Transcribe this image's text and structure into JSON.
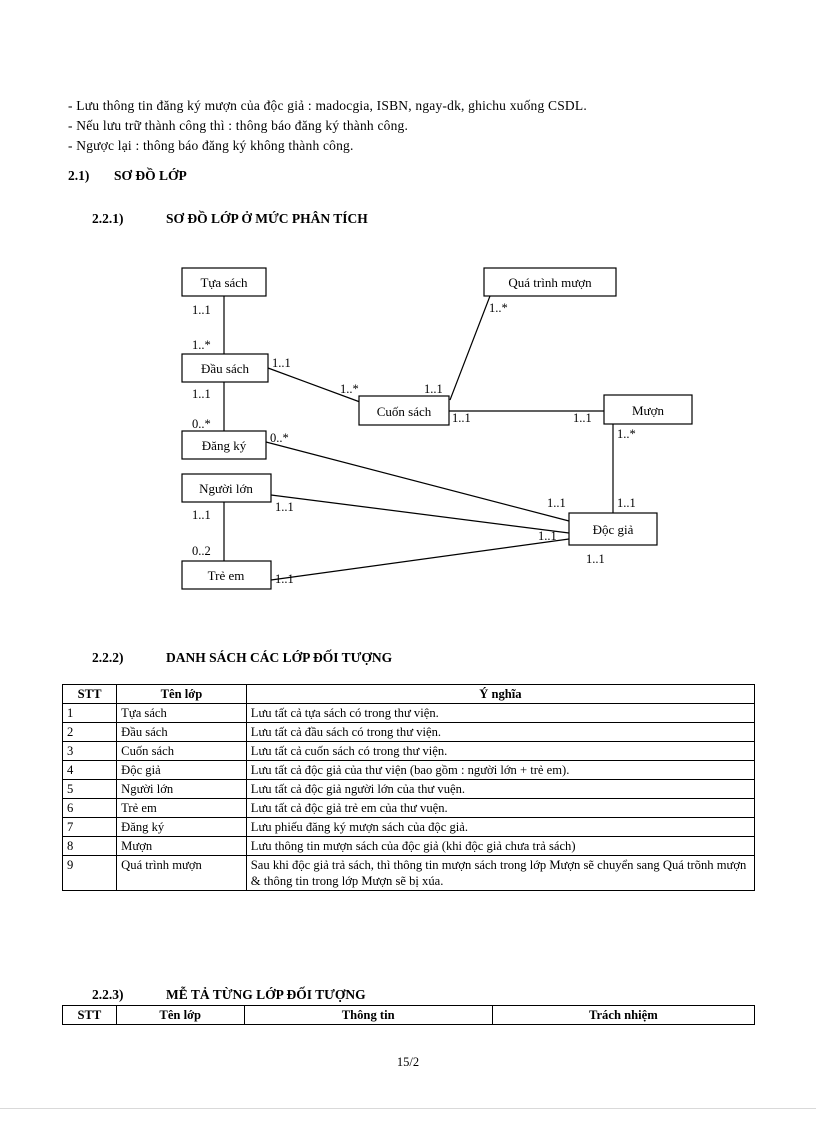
{
  "intro_lines": [
    "- Lưu thông tin đăng ký mượn của độc giả : madocgia,  ISBN, ngay-dk, ghichu  xuống  CSDL.",
    "- Nếu lưu trữ thành công thì : thông báo đăng ký thành công.",
    "- Ngược lại : thông báo đăng ký không thành công."
  ],
  "headings": {
    "sec_21": {
      "number": "2.1)",
      "title": "SƠ ĐỒ LỚP"
    },
    "sec_221": {
      "number": "2.2.1)",
      "title": "SƠ ĐỒ LỚP Ở MỨC PHÂN TÍCH"
    },
    "sec_222": {
      "number": "2.2.2)",
      "title": "DANH SÁCH CÁC LỚP ĐỐI TƯỢNG"
    },
    "sec_223": {
      "number": "2.2.3)",
      "title": "MỄ TẢ TỪNG LỚP ĐỐI TƯỢNG"
    }
  },
  "class_diagram": {
    "boxes": {
      "tua_sach": "Tựa sách",
      "dau_sach": "Đầu sách",
      "cuon_sach": "Cuốn sách",
      "quatrinh_muon": "Quá trình  mượn",
      "muon": "Mượn",
      "dang_ky": "Đăng ký",
      "nguoi_lon": "Người lớn",
      "tre_em": "Trẻ em",
      "doc_gia": "Độc giả"
    },
    "multiplicities": {
      "tua_dau_top": "1..1",
      "tua_dau_bottom": "1..*",
      "dau_cuon_left": "1..1",
      "dau_cuon_right": "1..*",
      "dau_dangky_top": "1..1",
      "dau_dangky_bottom": "0..*",
      "cuon_qt": "1..1",
      "qt_end": "1..*",
      "cuon_muon_left": "1..1",
      "cuon_muon_right": "1..1",
      "muon_docgia_top": "1..*",
      "muon_docgia_bottom": "1..1",
      "dangky_docgia_left": "0..*",
      "dangky_docgia_right": "1..1",
      "nguoilon_docgia_left": "1..1",
      "nguoilon_docgia_right": "1..1",
      "treem_docgia_left": "1..1",
      "treem_docgia_right": "1..1",
      "nguoilon_treem_top": "1..1",
      "nguoilon_treem_bottom": "0..2"
    }
  },
  "table_classes": {
    "headers": [
      "STT",
      "Tên lớp",
      "Ý nghĩa"
    ],
    "rows": [
      [
        "1",
        "Tựa sách",
        "Lưu tất cả tựa sách có trong thư viện."
      ],
      [
        "2",
        "Đầu sách",
        "Lưu tất cả đầu sách có trong thư viện."
      ],
      [
        "3",
        "Cuốn sách",
        "Lưu tất cả cuốn sách có trong thư viện."
      ],
      [
        "4",
        "Độc giả",
        "Lưu tất cả độc giả của thư viện (bao gồm : người lớn + trẻ em)."
      ],
      [
        "5",
        "Người lớn",
        "Lưu tất cả độc giả người lớn của thư vuện."
      ],
      [
        "6",
        "Trẻ em",
        "Lưu tất cả độc giả trẻ em của thư vuện."
      ],
      [
        "7",
        "Đăng ký",
        "Lưu phiếu đăng ký mượn sách của độc giả."
      ],
      [
        "8",
        "Mượn",
        "Lưu thông tin mượn sách của độc giả (khi độc giả chưa trả sách)"
      ],
      [
        "9",
        "Quá trình  mượn",
        "Sau khi độc giả trả sách, thì thông tin mượn sách trong lớp Mượn sẽ chuyển sang Quá trõnh mượn & thông tin trong lớp Mượn sẽ bị xúa."
      ]
    ]
  },
  "table_detail": {
    "headers": [
      "STT",
      "Tên lớp",
      "Thông tin",
      "Trách nhiệm"
    ]
  },
  "footer": {
    "page_label": "15/2"
  }
}
